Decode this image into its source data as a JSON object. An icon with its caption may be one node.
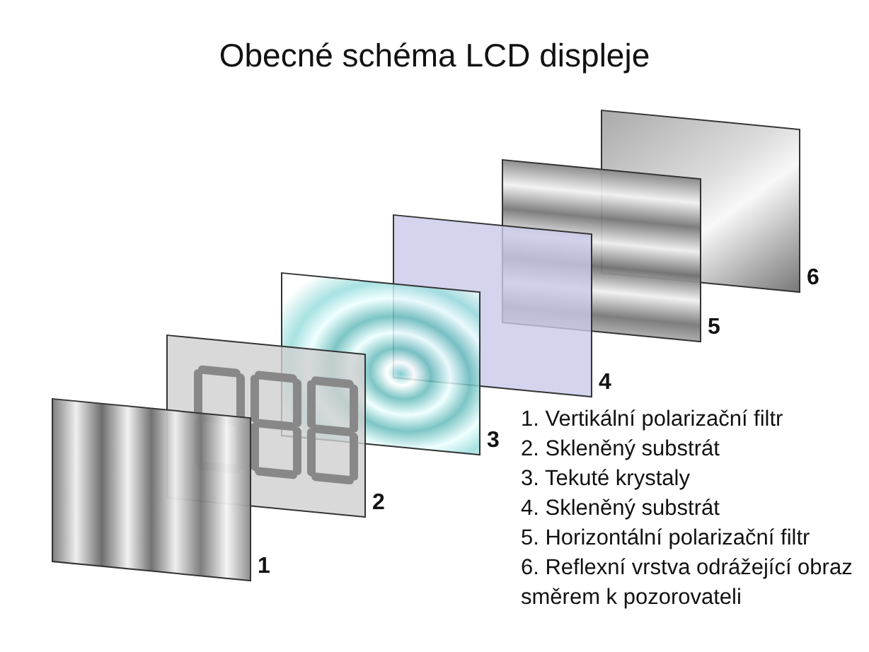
{
  "diagram": {
    "title": "Obecné schéma LCD displeje",
    "labels": [
      "1",
      "2",
      "3",
      "4",
      "5",
      "6",
      "1. Vertikální polarizační filtr",
      "2. Skleněný substrát",
      "3. Tekuté krystaly",
      "4. Skleněný substrát",
      "5. Horizontální polarizační filtr",
      "6. Reflexní vrstva odrážející obraz směrem k pozorovateli"
    ]
  }
}
